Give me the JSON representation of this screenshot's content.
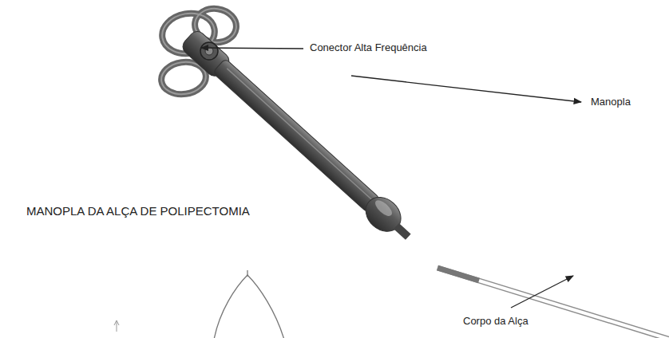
{
  "diagram": {
    "labels": [
      "Conector Alta Frequência",
      "Manopla",
      "MANOPLA DA ALÇA DE POLIPECTOMIA",
      "Corpo da Alça"
    ]
  }
}
